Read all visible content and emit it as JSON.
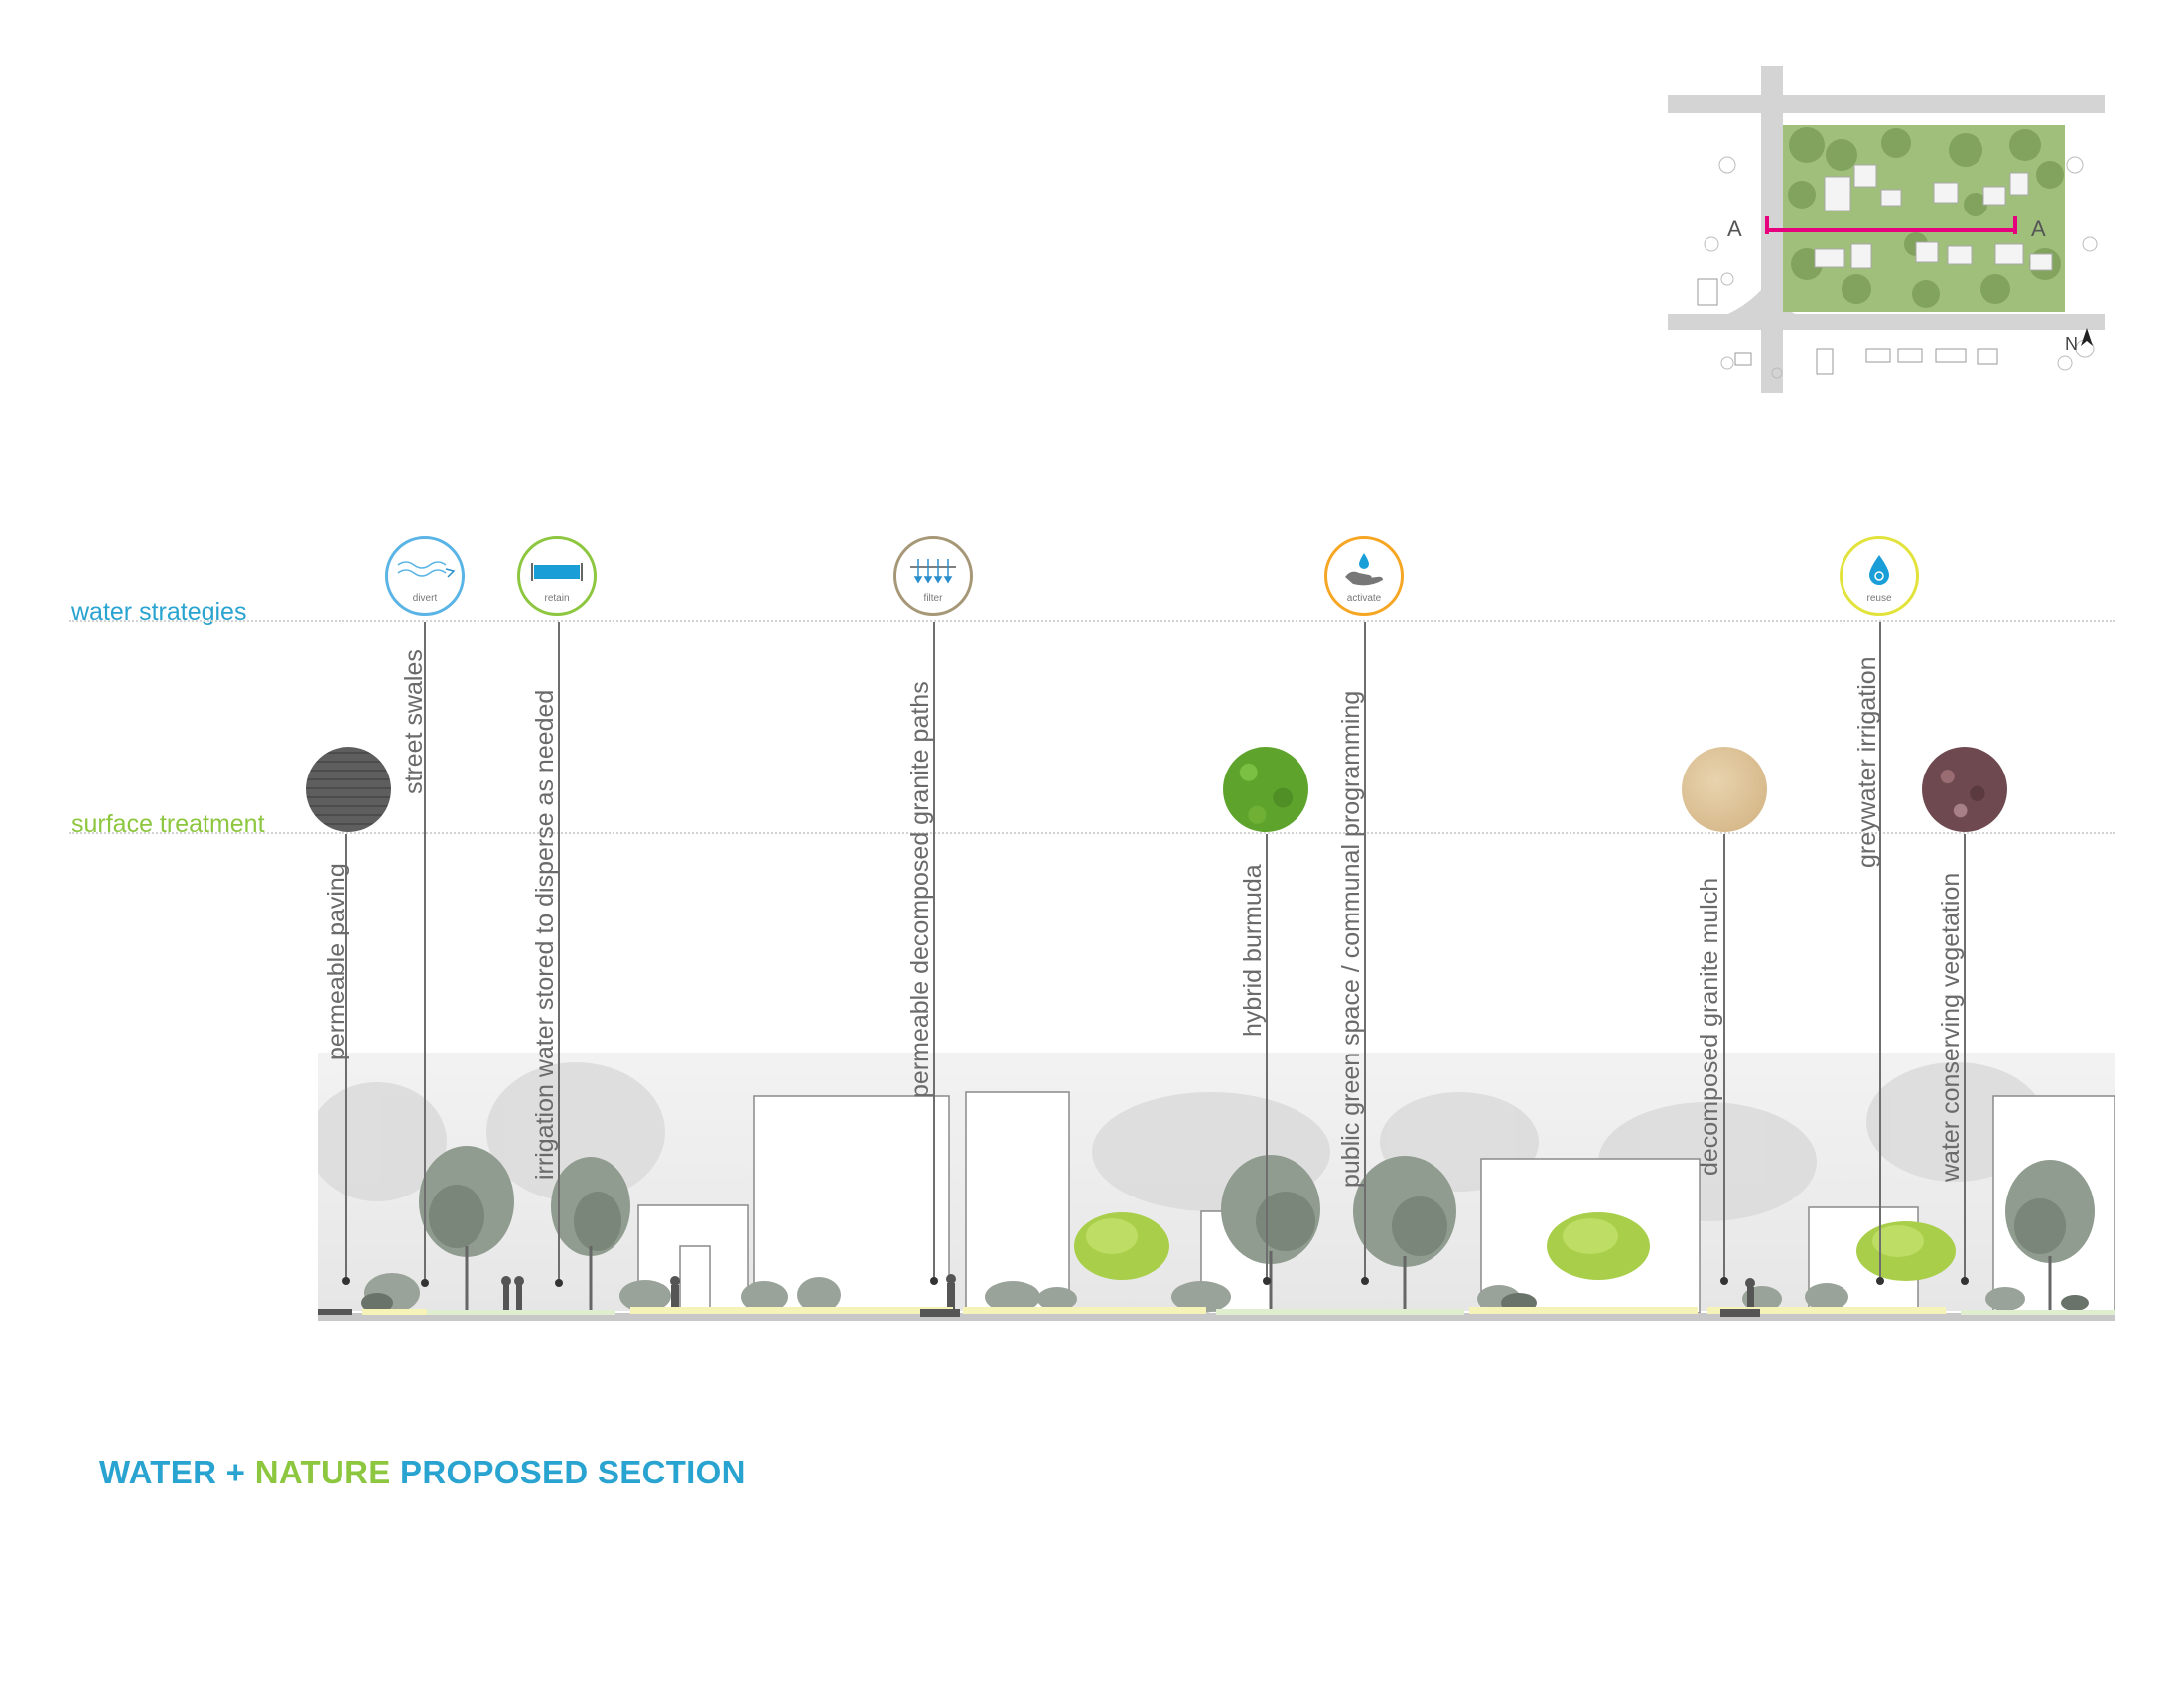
{
  "rows": {
    "water": {
      "label": "water strategies",
      "color": "#29a3cf"
    },
    "surface": {
      "label": "surface treatment",
      "color": "#8dc63f"
    }
  },
  "strategies": [
    {
      "name": "divert",
      "icon": "wave-arrow-icon",
      "color": "#5ab4e5"
    },
    {
      "name": "retain",
      "icon": "basin-icon",
      "color": "#8dc63f"
    },
    {
      "name": "filter",
      "icon": "filter-arrows-icon",
      "color": "#a69877"
    },
    {
      "name": "activate",
      "icon": "hand-droplet-icon",
      "color": "#f6a623"
    },
    {
      "name": "reuse",
      "icon": "droplet-cycle-icon",
      "color": "#e2e33a"
    }
  ],
  "surface_treatments": [
    {
      "name": "permeable paving",
      "texture": "dark-paving"
    },
    {
      "name": "hybrid burmuda",
      "texture": "grass"
    },
    {
      "name": "decomposed granite mulch",
      "texture": "sand"
    },
    {
      "name": "water conserving vegetation",
      "texture": "mulch"
    }
  ],
  "callouts": [
    "permeable paving",
    "street swales",
    "irrigation water stored to disperse as needed",
    "permeable decomposed granite paths",
    "hybrid burmuda",
    "public green space / communal programming",
    "decomposed granite mulch",
    "greywater irrigation",
    "water conserving vegetation"
  ],
  "keymap": {
    "section_marker_left": "A",
    "section_marker_right": "A",
    "north_label": "N",
    "section_line_color": "#e6007e"
  },
  "title": {
    "part1": "WATER + ",
    "part2": "NATURE",
    "part3": " PROPOSED SECTION",
    "color_water": "#29a3cf",
    "color_nature": "#8dc63f"
  }
}
